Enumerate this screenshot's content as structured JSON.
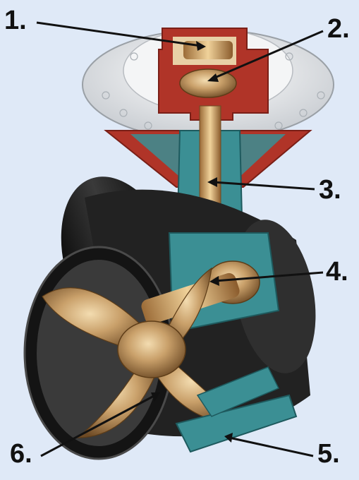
{
  "labels": {
    "l1": "1.",
    "l2": "2.",
    "l3": "3.",
    "l4": "4.",
    "l5": "5.",
    "l6": "6."
  },
  "colors": {
    "background": "#dfe9f7",
    "housing_red": "#b03428",
    "teal": "#3b8f94",
    "propeller_bronze": "#c9a06a",
    "duct_black": "#1a1a1a"
  }
}
